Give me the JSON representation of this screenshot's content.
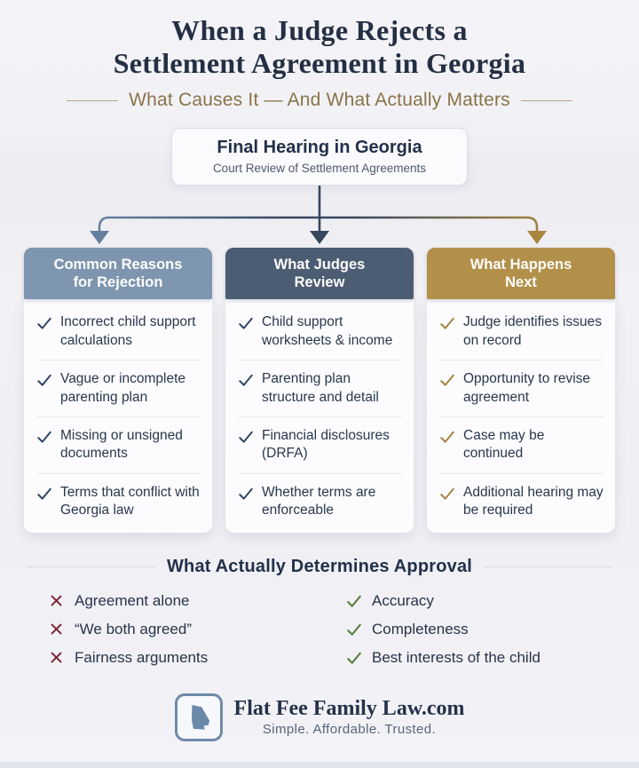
{
  "header": {
    "title_line1": "When a Judge Rejects a",
    "title_line2": "Settlement Agreement in Georgia",
    "subtitle": "What Causes It — And What Actually Matters"
  },
  "root_node": {
    "title": "Final Hearing in Georgia",
    "subtitle": "Court Review of Settlement Agreements"
  },
  "columns": [
    {
      "title_line1": "Common Reasons",
      "title_line2": "for Rejection",
      "header_color": "#7E95AF",
      "check_color": "#2D4464",
      "items": [
        "Incorrect child support calculations",
        "Vague or incomplete parenting plan",
        "Missing or unsigned documents",
        "Terms that conflict with Georgia law"
      ]
    },
    {
      "title_line1": "What Judges",
      "title_line2": "Review",
      "header_color": "#4C5C73",
      "check_color": "#2D4464",
      "items": [
        "Child support worksheets & income",
        "Parenting plan structure and detail",
        "Financial disclosures (DRFA)",
        "Whether terms are enforceable"
      ]
    },
    {
      "title_line1": "What Happens",
      "title_line2": "Next",
      "header_color": "#B3904A",
      "check_color": "#A3823F",
      "items": [
        "Judge identifies issues on record",
        "Opportunity to revise agreement",
        "Case may be continued",
        "Additional hearing may be required"
      ]
    }
  ],
  "approval": {
    "heading": "What Actually Determines Approval",
    "not_enough": [
      "Agreement alone",
      "“We both agreed”",
      "Fairness arguments"
    ],
    "matters": [
      "Accuracy",
      "Completeness",
      "Best interests of the child"
    ],
    "x_color": "#7A2433",
    "check_color": "#5A7C3C"
  },
  "footer": {
    "brand": "Flat Fee Family Law.com",
    "tagline": "Simple. Affordable. Trusted.",
    "logo_icon": "georgia-state-icon"
  },
  "colors": {
    "background": "#F1F1F5",
    "title_text": "#242F44",
    "subtitle_gold": "#8A7348",
    "connector_left": "#647E9E",
    "connector_center": "#35465F",
    "connector_right": "#A8863F",
    "logo_blue": "#6B89A8"
  }
}
